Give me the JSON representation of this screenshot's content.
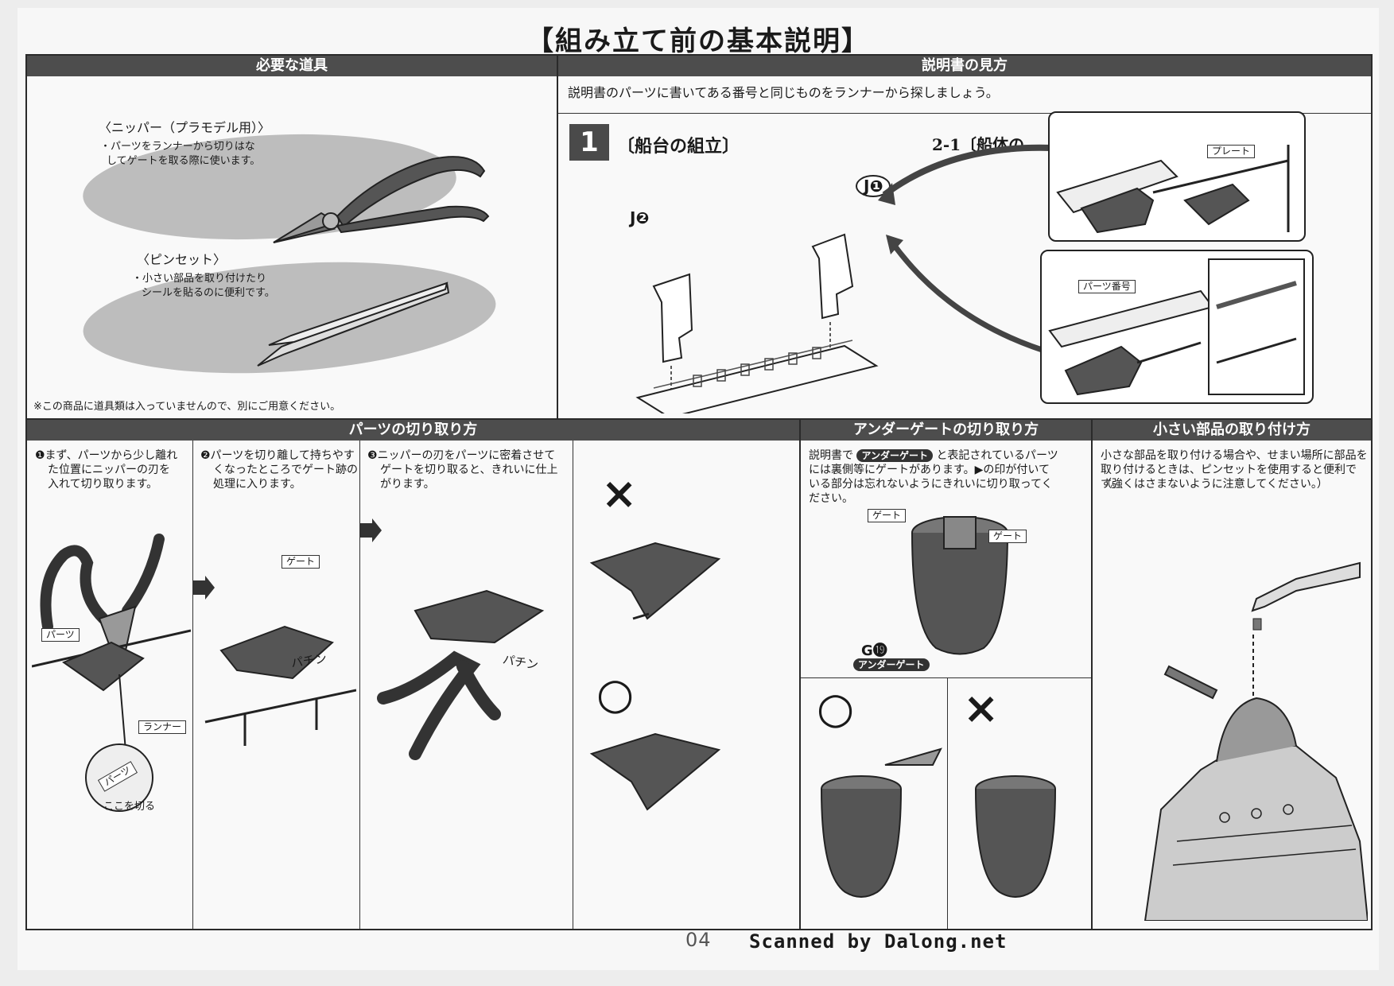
{
  "page_title": "【組み立て前の基本説明】",
  "tools": {
    "header": "必要な道具",
    "nipper_title": "〈ニッパー（プラモデル用）〉",
    "nipper_desc1": "・パーツをランナーから切りはな",
    "nipper_desc2": "してゲートを取る際に使います。",
    "tweezers_title": "〈ピンセット〉",
    "tweezers_desc1": "・小さい部品を取り付けたり",
    "tweezers_desc2": "シールを貼るのに便利です。",
    "note": "※この商品に道具類は入っていませんので、別にご用意ください。"
  },
  "manual": {
    "header": "説明書の見方",
    "intro": "説明書のパーツに書いてある番号と同じものをランナーから探しましょう。",
    "step_number": "1",
    "step_title": "〔船台の組立〕",
    "next_step_partial": "2-1〔船体の",
    "part_j1": "J❶",
    "part_j2": "J❷",
    "label_plate": "プレート",
    "label_part_number": "パーツ番号"
  },
  "cutting": {
    "header": "パーツの切り取り方",
    "step1_l1": "❶まず、パーツから少し離れ",
    "step1_l2": "た位置にニッパーの刃を",
    "step1_l3": "入れて切り取ります。",
    "step2_l1": "❷パーツを切り離して持ちやす",
    "step2_l2": "くなったところでゲート跡の",
    "step2_l3": "処理に入ります。",
    "step3_l1": "❸ニッパーの刃をパーツに密着させて",
    "step3_l2": "ゲートを切り取ると、きれいに仕上",
    "step3_l3": "がります。",
    "label_parts": "パーツ",
    "label_runner": "ランナー",
    "label_gate": "ゲート",
    "label_cut_here": "ここを切る",
    "label_parts_zoom": "パーツ",
    "sfx_pachin1": "パチン",
    "sfx_pachin2": "パチン",
    "mark_bad": "×",
    "mark_good": "○"
  },
  "undergate": {
    "header": "アンダーゲートの切り取り方",
    "desc_pre": "説明書で",
    "badge": "アンダーゲート",
    "desc_post1": "と表記されているパーツ",
    "desc_l2": "には裏側等にゲートがあります。▶の印が付いて",
    "desc_l3": "いる部分は忘れないようにきれいに切り取ってく",
    "desc_l4": "ださい。",
    "label_gate1": "ゲート",
    "label_gate2": "ゲート",
    "part_g19": "G⓳",
    "badge2": "アンダーゲート",
    "mark_good": "○",
    "mark_bad": "×"
  },
  "small_parts": {
    "header": "小さい部品の取り付け方",
    "desc_l1": "小さな部品を取り付ける場合や、せまい場所に部品を",
    "desc_l2": "取り付けるときは、ピンセットを使用すると便利です。",
    "desc_l3": "（強くはさまないように注意してください。）"
  },
  "footer": {
    "page_number": "04",
    "credit": "Scanned by Dalong.net"
  }
}
